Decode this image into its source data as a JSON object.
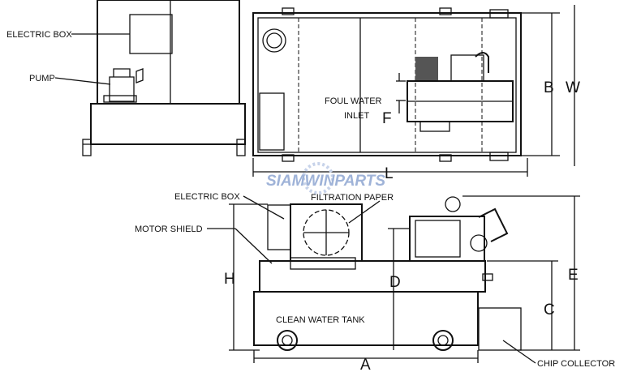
{
  "labels": {
    "electric_box_front": "ELECTRIC BOX",
    "pump": "PUMP",
    "foul_water": "FOUL WATER",
    "inlet": "INLET",
    "electric_box_side": "ELECTRIC BOX",
    "filtration_paper": "FILTRATION PAPER",
    "motor_shield": "MOTOR SHIELD",
    "clean_water_tank": "CLEAN WATER TANK",
    "chip_collector": "CHIP COLLECTOR"
  },
  "dimensions": {
    "F": "F",
    "B": "B",
    "W": "W",
    "L": "L",
    "H": "H",
    "D": "D",
    "E": "E",
    "C": "C",
    "A": "A"
  },
  "watermark": "SIAMWINPARTS",
  "colors": {
    "line": "#111111",
    "watermark": "#9fb3d8"
  }
}
